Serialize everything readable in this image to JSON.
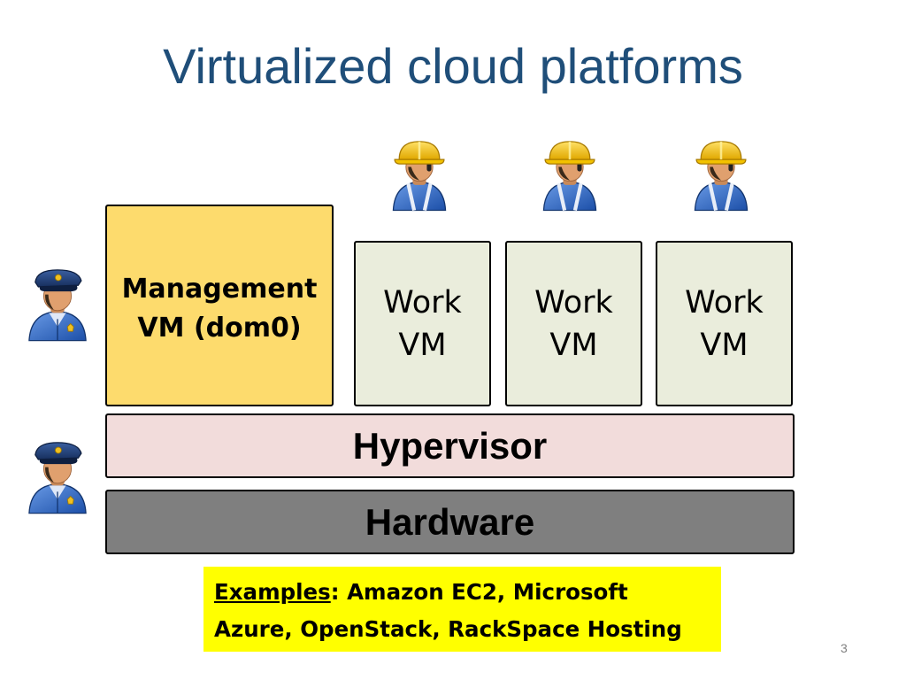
{
  "title": "Virtualized cloud platforms",
  "management_vm": {
    "line1": "Management",
    "line2": "VM (dom0)"
  },
  "work_vms": [
    {
      "line1": "Work",
      "line2": "VM"
    },
    {
      "line1": "Work",
      "line2": "VM"
    },
    {
      "line1": "Work",
      "line2": "VM"
    }
  ],
  "hypervisor_label": "Hypervisor",
  "hardware_label": "Hardware",
  "examples": {
    "label": "Examples",
    "text": ": Amazon EC2, Microsoft Azure, OpenStack, RackSpace Hosting"
  },
  "page_number": "3",
  "icons": {
    "worker": "construction-worker-icon",
    "police": "police-officer-icon"
  },
  "colors": {
    "title": "#1f4e79",
    "management_fill": "#fddb6d",
    "work_fill": "#eaeddc",
    "hypervisor_fill": "#f2dcdb",
    "hardware_fill": "#7f7f7f",
    "examples_fill": "#ffff00"
  }
}
